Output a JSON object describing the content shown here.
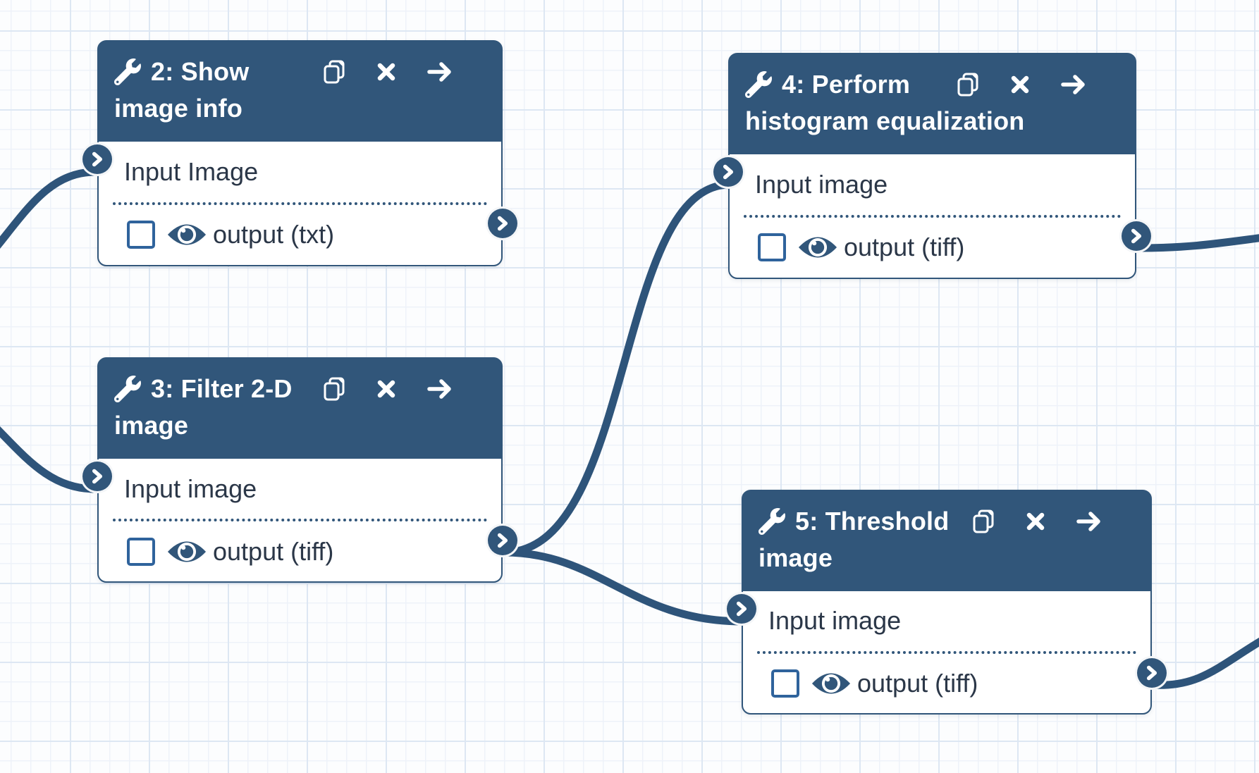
{
  "app": {
    "name": "workflow-editor-canvas"
  },
  "colors": {
    "node_primary": "#31567a",
    "edge": "#2e547a",
    "body_text": "#2b3748",
    "checkbox_border": "#2f639c",
    "node_background": "#ffffff",
    "grid_minor": "#eef2f9",
    "grid_major": "#dde7f3",
    "header_text": "#ffffff"
  },
  "nodes": [
    {
      "title_line1": "2: Show",
      "title_line2": "image info",
      "input_label": "Input Image",
      "output_label": "output (txt)"
    },
    {
      "title_line1": "3: Filter 2-D",
      "title_line2": "image",
      "input_label": "Input image",
      "output_label": "output (tiff)"
    },
    {
      "title_line1": "4: Perform",
      "title_line2": "histogram equalization",
      "input_label": "Input image",
      "output_label": "output (tiff)"
    },
    {
      "title_line1": "5: Threshold",
      "title_line2": "image",
      "input_label": "Input image",
      "output_label": "output (tiff)"
    }
  ],
  "edges": [
    {
      "from": "offscreen-left",
      "to": "node-2-input"
    },
    {
      "from": "offscreen-left",
      "to": "node-3-input"
    },
    {
      "from": "node-3-output",
      "to": "node-4-input"
    },
    {
      "from": "node-3-output",
      "to": "node-5-input"
    },
    {
      "from": "node-4-output",
      "to": "offscreen-right"
    },
    {
      "from": "node-5-output",
      "to": "offscreen-right"
    }
  ]
}
